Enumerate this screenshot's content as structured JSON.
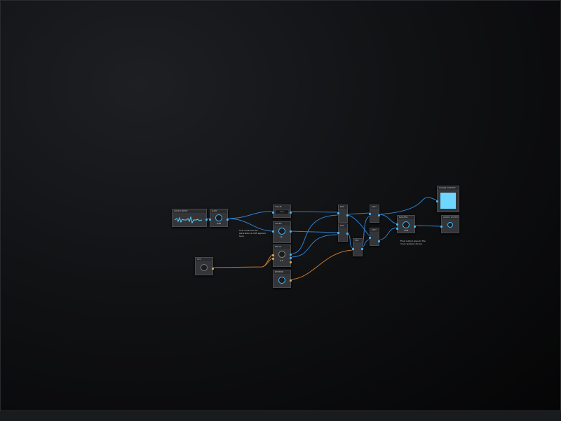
{
  "nodes": {
    "audio_input": {
      "title": "AUDIO INPUT"
    },
    "gain": {
      "title": "GAIN",
      "value": "0dB"
    },
    "display": {
      "title": "VALUE",
      "value": "0.0"
    },
    "filter": {
      "title": "FILTER",
      "value": "1k"
    },
    "delay": {
      "title": "DELAY",
      "value": "0.5"
    },
    "reverb": {
      "title": "REVERB"
    },
    "lfo": {
      "title": "LFO"
    },
    "mix1": {
      "title": "MIX"
    },
    "mix2": {
      "title": "MIX"
    },
    "mix3": {
      "title": "MIX"
    },
    "add1": {
      "title": "ADD"
    },
    "add2": {
      "title": "ADD"
    },
    "master": {
      "title": "MASTER",
      "value": "0dB"
    },
    "color_output": {
      "title": "COLOR OUTPUT",
      "swatch": "#6fd6ff"
    },
    "audio_output": {
      "title": "AUDIO OUTPUT"
    }
  },
  "notes": [
    "This node has the\nsaturation & drift applied\nhere",
    "Final output goes to the\nmain speaker device"
  ],
  "colors": {
    "audio_wire": "#3fa0e8",
    "mod_wire": "#d08a3a",
    "accent": "#3fb7ff"
  }
}
